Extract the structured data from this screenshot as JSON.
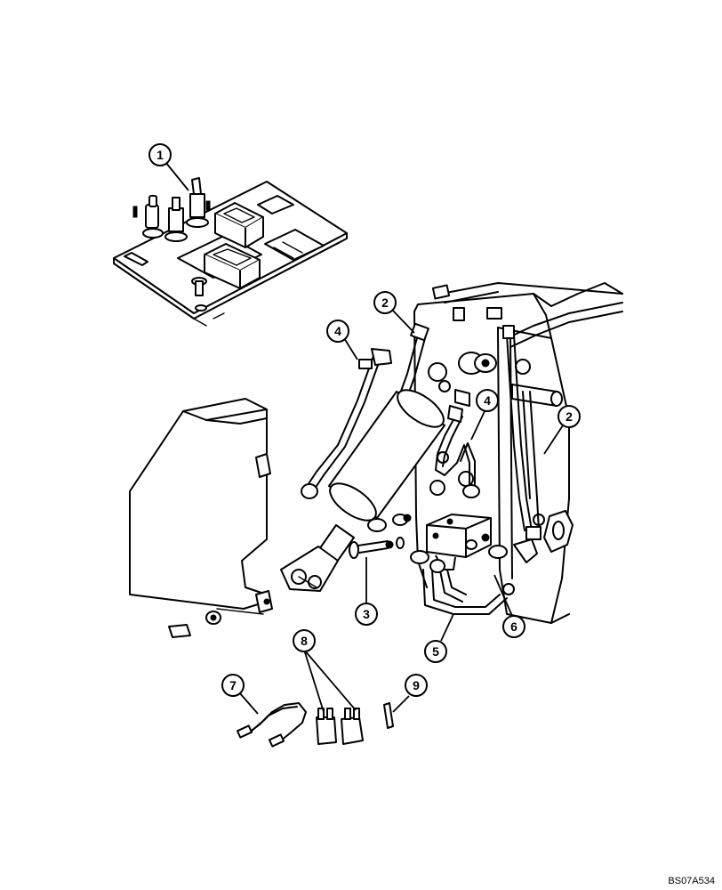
{
  "callouts": [
    {
      "label": "1",
      "part": "toggle switch panel"
    },
    {
      "label": "2",
      "part": "hydraulic hose"
    },
    {
      "label": "2",
      "part": "hydraulic hose"
    },
    {
      "label": "3",
      "part": "bolt"
    },
    {
      "label": "4",
      "part": "hydraulic hose"
    },
    {
      "label": "4",
      "part": "hydraulic hose"
    },
    {
      "label": "5",
      "part": "wiring harness"
    },
    {
      "label": "6",
      "part": "valve block"
    },
    {
      "label": "7",
      "part": "jumper harness"
    },
    {
      "label": "8",
      "part": "relays"
    },
    {
      "label": "9",
      "part": "pin"
    }
  ],
  "drawing_code": "BS07A534"
}
